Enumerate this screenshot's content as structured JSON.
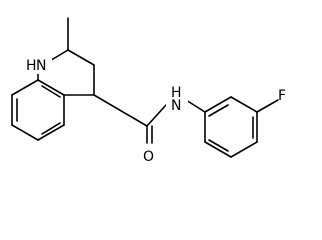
{
  "molecule": {
    "labels": {
      "ring_nh": "N",
      "ring_nh_h": "H",
      "amide_n": "N",
      "amide_h": "H",
      "carbonyl_o": "O",
      "fluorine": "F"
    },
    "colors": {
      "bond": "#000000",
      "background": "#ffffff"
    }
  }
}
